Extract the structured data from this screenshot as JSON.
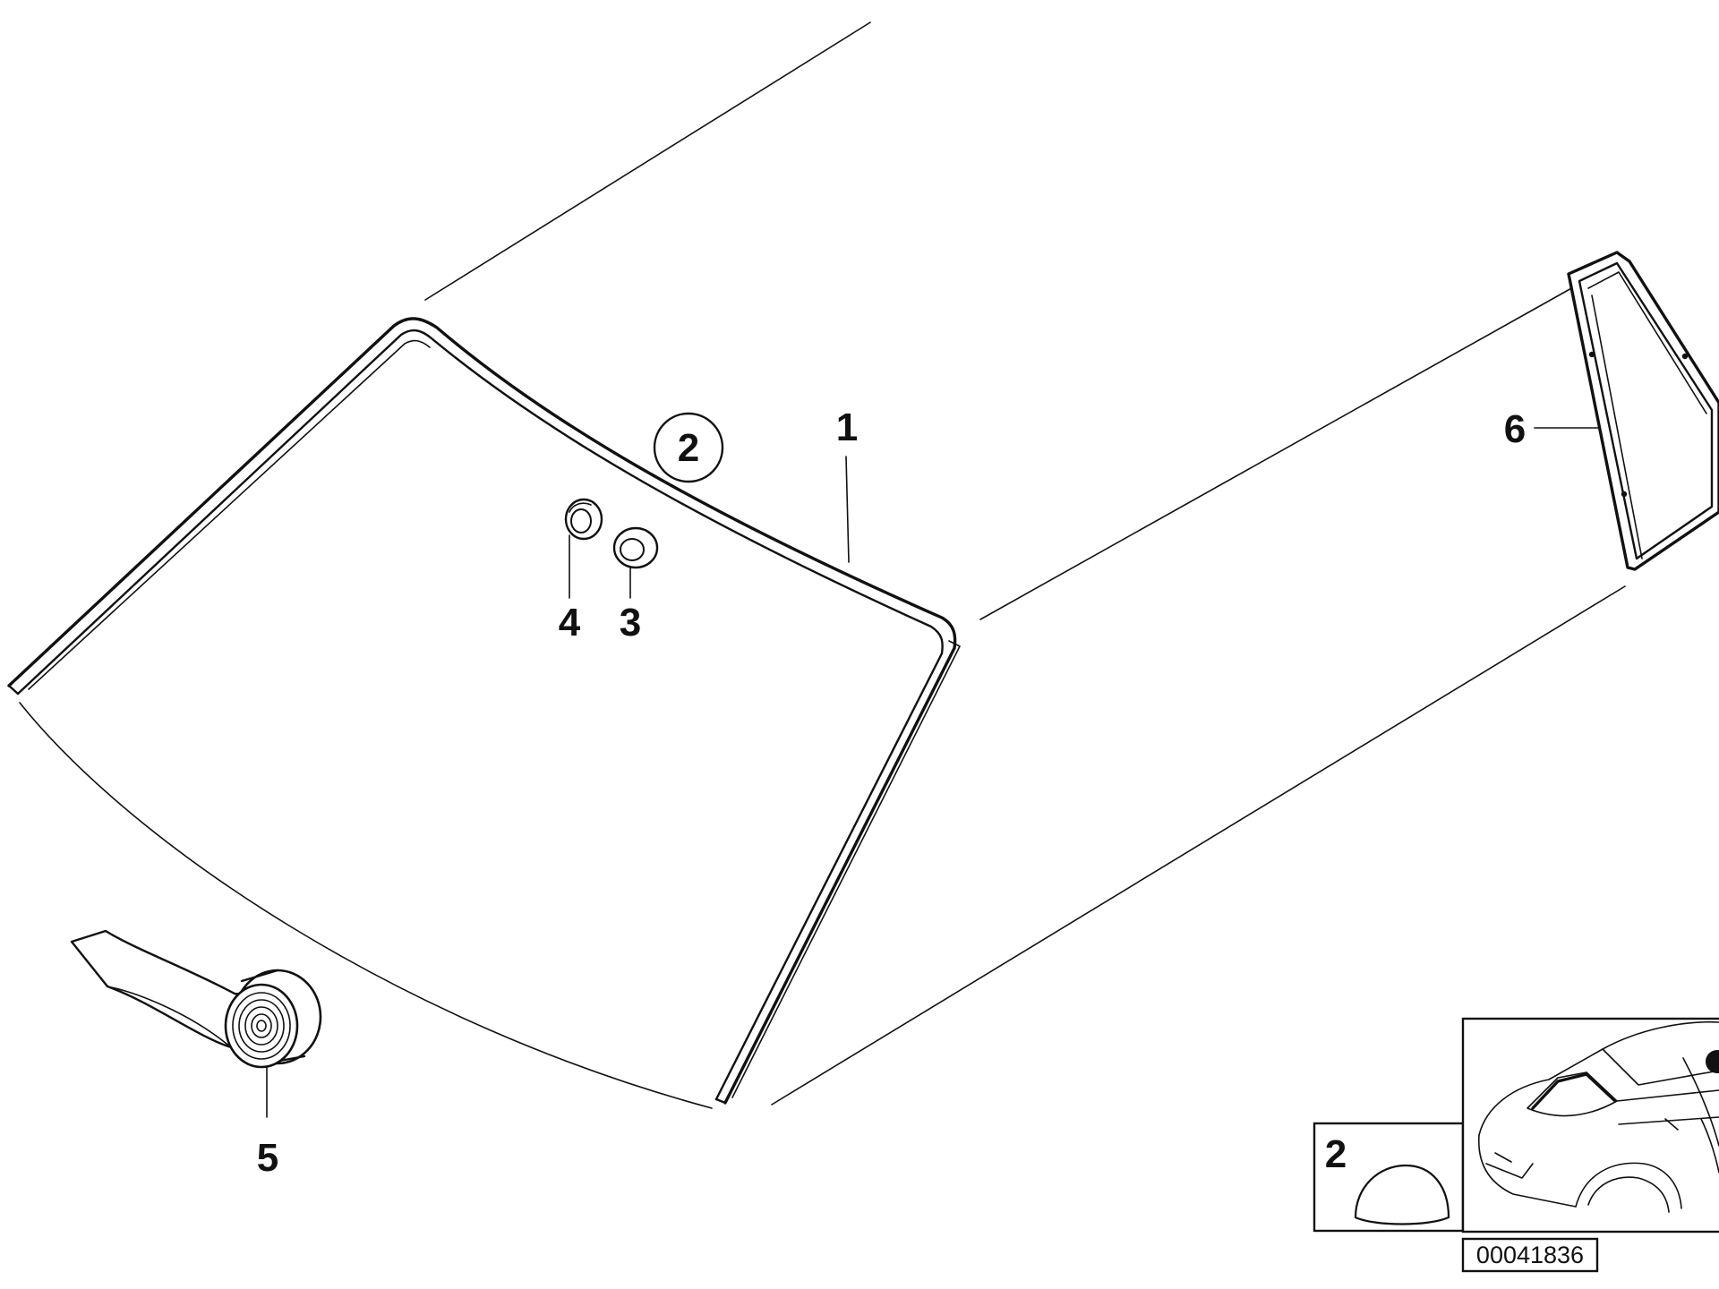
{
  "callouts": {
    "c1": "1",
    "c2_circled": "2",
    "c3": "3",
    "c4": "4",
    "c5": "5",
    "c6": "6"
  },
  "inset": {
    "legend_number": "2",
    "diagram_code": "00041836"
  },
  "colors": {
    "line": "#111111",
    "background": "#ffffff"
  }
}
